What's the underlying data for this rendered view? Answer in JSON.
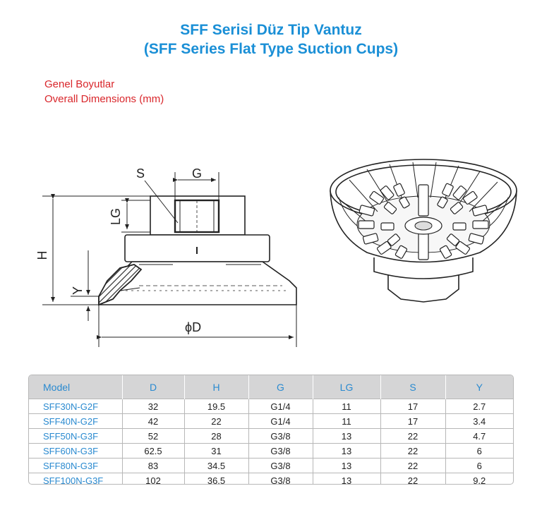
{
  "title_tr": "SFF Serisi Düz Tip Vantuz",
  "title_en": "(SFF Series Flat Type Suction Cups)",
  "subtitle_tr": "Genel Boyutlar",
  "subtitle_en": "Overall Dimensions (mm)",
  "drawing_labels": {
    "s": "S",
    "g": "G",
    "lg": "LG",
    "h": "H",
    "y": "Y",
    "d": "ϕD"
  },
  "table": {
    "headers": [
      "Model",
      "D",
      "H",
      "G",
      "LG",
      "S",
      "Y"
    ],
    "rows": [
      [
        "SFF30N-G2F",
        "32",
        "19.5",
        "G1/4",
        "11",
        "17",
        "2.7"
      ],
      [
        "SFF40N-G2F",
        "42",
        "22",
        "G1/4",
        "11",
        "17",
        "3.4"
      ],
      [
        "SFF50N-G3F",
        "52",
        "28",
        "G3/8",
        "13",
        "22",
        "4.7"
      ],
      [
        "SFF60N-G3F",
        "62.5",
        "31",
        "G3/8",
        "13",
        "22",
        "6"
      ],
      [
        "SFF80N-G3F",
        "83",
        "34.5",
        "G3/8",
        "13",
        "22",
        "6"
      ],
      [
        "SFF100N-G3F",
        "102",
        "36.5",
        "G3/8",
        "13",
        "22",
        "9.2"
      ]
    ]
  }
}
